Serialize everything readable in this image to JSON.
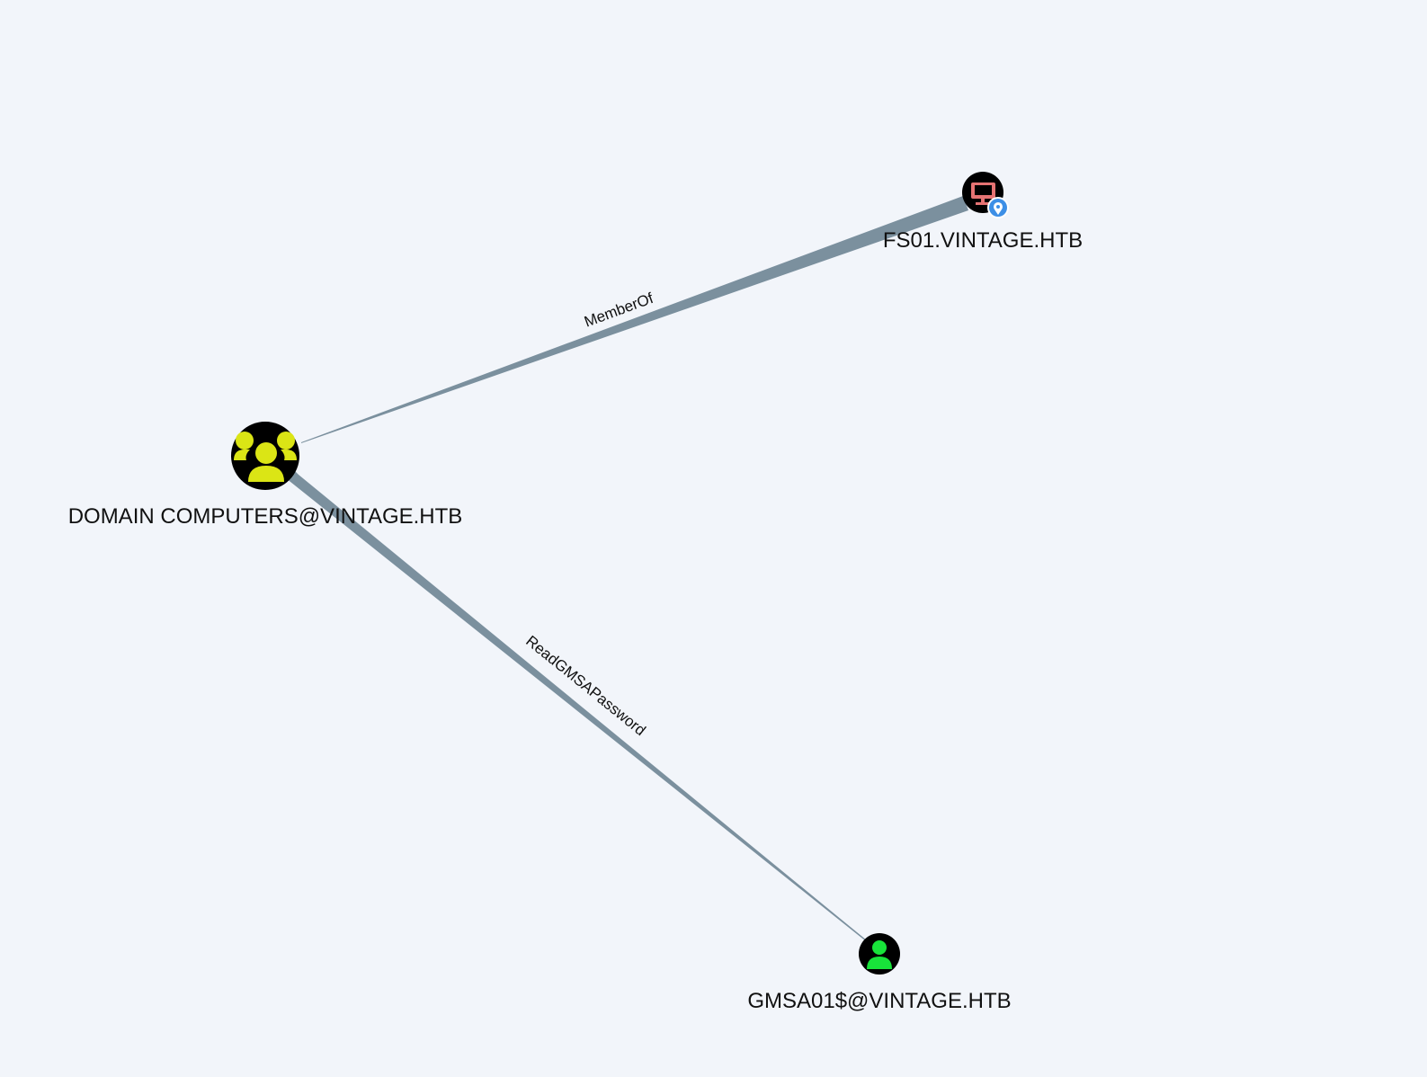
{
  "graph": {
    "nodes": [
      {
        "id": "group",
        "label": "DOMAIN COMPUTERS@VINTAGE.HTB",
        "type": "group",
        "icon": "users-icon",
        "color": "#dbe515"
      },
      {
        "id": "computer",
        "label": "FS01.VINTAGE.HTB",
        "type": "computer",
        "icon": "desktop-icon",
        "color": "#e57373",
        "badge_icon": "map-marker-icon",
        "badge_color": "#3d8fe6"
      },
      {
        "id": "user",
        "label": "GMSA01$@VINTAGE.HTB",
        "type": "user",
        "icon": "user-icon",
        "color": "#18e33a"
      }
    ],
    "edges": [
      {
        "from": "computer",
        "to": "group",
        "label": "MemberOf"
      },
      {
        "from": "group",
        "to": "user",
        "label": "ReadGMSAPassword"
      }
    ],
    "edge_color": "#7b909e"
  }
}
